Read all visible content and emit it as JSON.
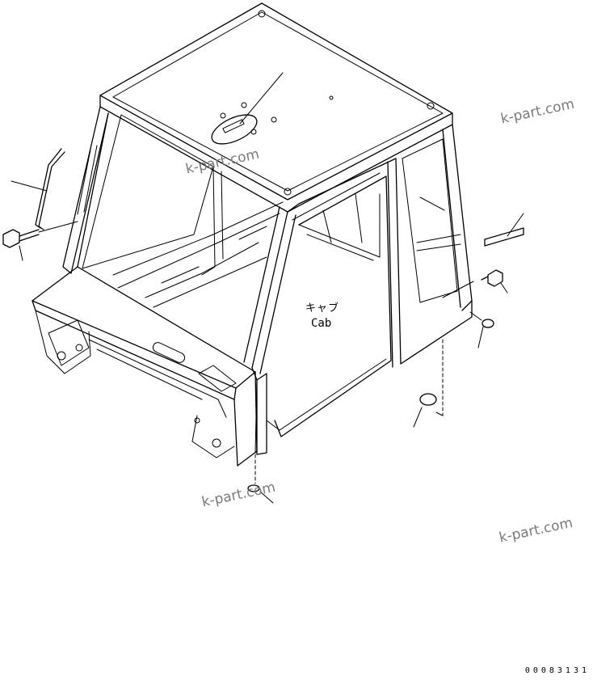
{
  "diagram": {
    "label_japanese": "キャブ",
    "label_english": "Cab",
    "drawing_number": "00083131"
  },
  "watermarks": {
    "text": "k-part.com"
  }
}
